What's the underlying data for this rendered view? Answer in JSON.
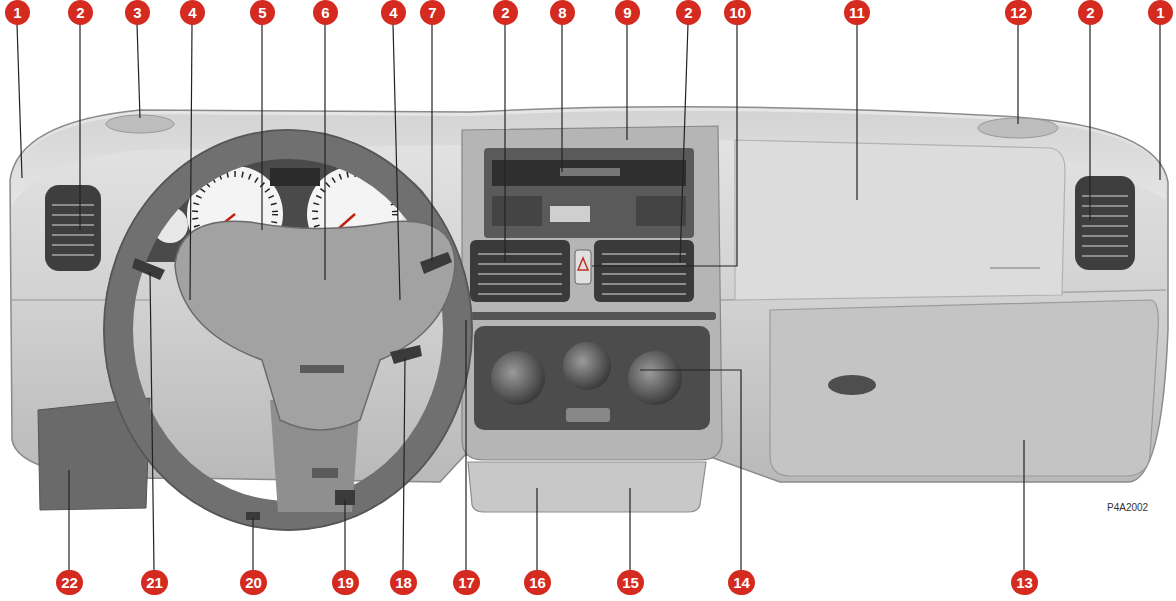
{
  "diagram": {
    "nodes": [
      {
        "text": [
          "1"
        ]
      },
      {
        "text": [
          "2"
        ]
      },
      {
        "text": [
          "3"
        ]
      },
      {
        "text": [
          "4"
        ]
      },
      {
        "text": [
          "5"
        ]
      },
      {
        "text": [
          "6"
        ]
      },
      {
        "text": [
          "4"
        ]
      },
      {
        "text": [
          "7"
        ]
      },
      {
        "text": [
          "2"
        ]
      },
      {
        "text": [
          "8"
        ]
      },
      {
        "text": [
          "9"
        ]
      },
      {
        "text": [
          "2"
        ]
      },
      {
        "text": [
          "10"
        ]
      },
      {
        "text": [
          "11"
        ]
      },
      {
        "text": [
          "12"
        ]
      },
      {
        "text": [
          "2"
        ]
      },
      {
        "text": [
          "1"
        ]
      },
      {
        "text": [
          "22"
        ]
      },
      {
        "text": [
          "21"
        ]
      },
      {
        "text": [
          "20"
        ]
      },
      {
        "text": [
          "19"
        ]
      },
      {
        "text": [
          "18"
        ]
      },
      {
        "text": [
          "17"
        ]
      },
      {
        "text": [
          "16"
        ]
      },
      {
        "text": [
          "15"
        ]
      },
      {
        "text": [
          "14"
        ]
      },
      {
        "text": [
          "13"
        ]
      }
    ],
    "labels": [
      "P4A2002"
    ]
  }
}
